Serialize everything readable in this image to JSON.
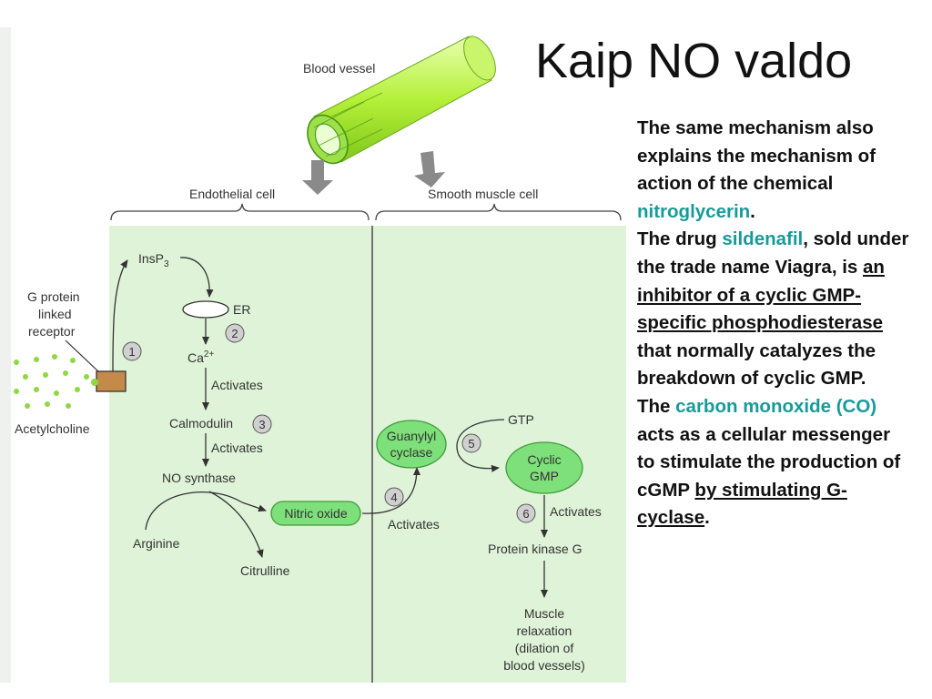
{
  "slide": {
    "title": "Kaip NO valdo",
    "text": {
      "p1": "The same mechanism also explains the mechanism of action of the chemical ",
      "p1_highlight": "nitroglycerin",
      "p1_end": ".",
      "p2_start": "The drug ",
      "p2_highlight": "sildenafil",
      "p2_mid": ", sold under the trade name Viagra, is ",
      "p2_underline": "an inhibitor of a cyclic GMP-specific phosphodiesterase",
      "p2_end": " that normally catalyzes the breakdown of cyclic GMP.",
      "p3_start": "The ",
      "p3_highlight": "carbon monoxide (CO)",
      "p3_mid": " acts as a cellular messenger to stimulate the production of cGMP ",
      "p3_underline": "by stimulating G-cyclase",
      "p3_end": "."
    },
    "colors": {
      "highlight": "#199a9a",
      "cell_background": "#dff3d8",
      "node_fill": "#7ee07a"
    }
  },
  "diagram": {
    "blood_vessel": "Blood vessel",
    "endothelial_cell": "Endothelial cell",
    "smooth_muscle_cell": "Smooth muscle cell",
    "receptor_line1": "G protein",
    "receptor_line2": "linked",
    "receptor_line3": "receptor",
    "acetylcholine": "Acetylcholine",
    "insp3": "InsP",
    "insp3_sub": "3",
    "er": "ER",
    "ca": "Ca",
    "ca_sup": "2+",
    "activates1": "Activates",
    "calmodulin": "Calmodulin",
    "activates2": "Activates",
    "no_synthase": "NO synthase",
    "arginine": "Arginine",
    "citrulline": "Citrulline",
    "nitric_oxide": "Nitric oxide",
    "activates3": "Activates",
    "guanylyl_line1": "Guanylyl",
    "guanylyl_line2": "cyclase",
    "gtp": "GTP",
    "cyclic_line1": "Cyclic",
    "cyclic_line2": "GMP",
    "activates4": "Activates",
    "protein_kinase": "Protein kinase G",
    "muscle_line1": "Muscle",
    "muscle_line2": "relaxation",
    "muscle_line3": "(dilation of",
    "muscle_line4": "blood vessels)",
    "step1": "1",
    "step2": "2",
    "step3": "3",
    "step4": "4",
    "step5": "5",
    "step6": "6"
  }
}
